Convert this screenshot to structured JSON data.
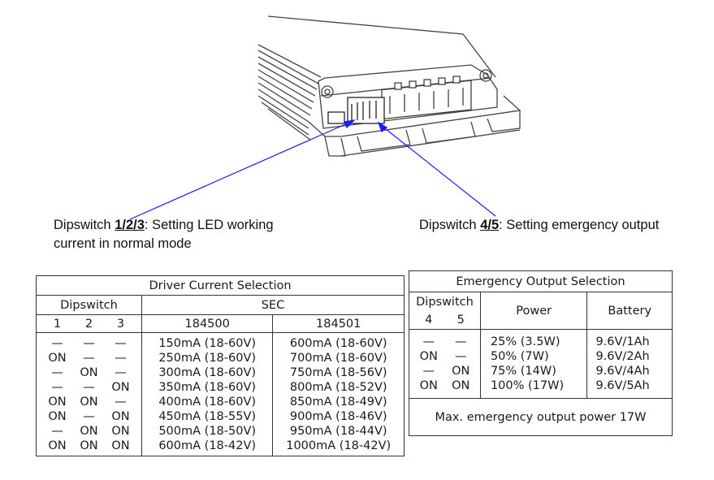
{
  "captions": {
    "left_prefix": "Dipswitch ",
    "left_switch": "1/2/3",
    "left_suffix": ": Setting LED working",
    "left_line2": "current in normal mode",
    "right_prefix": "Dipswitch ",
    "right_switch": "4/5",
    "right_suffix": ": Setting emergency output"
  },
  "driver_table": {
    "title": "Driver Current Selection",
    "dipswitch_header": "Dipswitch",
    "sec_header": "SEC",
    "switch_numbers": [
      "1",
      "2",
      "3"
    ],
    "model_a": "184500",
    "model_b": "184501",
    "rows": [
      {
        "s1": "—",
        "s2": "—",
        "s3": "—",
        "a": "150mA (18-60V)",
        "b": "600mA (18-60V)"
      },
      {
        "s1": "ON",
        "s2": "—",
        "s3": "—",
        "a": "250mA (18-60V)",
        "b": "700mA (18-60V)"
      },
      {
        "s1": "—",
        "s2": "ON",
        "s3": "—",
        "a": "300mA (18-60V)",
        "b": "750mA (18-56V)"
      },
      {
        "s1": "—",
        "s2": "—",
        "s3": "ON",
        "a": "350mA (18-60V)",
        "b": "800mA (18-52V)"
      },
      {
        "s1": "ON",
        "s2": "ON",
        "s3": "—",
        "a": "400mA (18-60V)",
        "b": "850mA (18-49V)"
      },
      {
        "s1": "ON",
        "s2": "—",
        "s3": "ON",
        "a": "450mA (18-55V)",
        "b": "900mA (18-46V)"
      },
      {
        "s1": "—",
        "s2": "ON",
        "s3": "ON",
        "a": "500mA (18-50V)",
        "b": "950mA (18-44V)"
      },
      {
        "s1": "ON",
        "s2": "ON",
        "s3": "ON",
        "a": "600mA (18-42V)",
        "b": "1000mA (18-42V)"
      }
    ]
  },
  "emergency_table": {
    "title": "Emergency Output Selection",
    "dipswitch_header": "Dipswitch",
    "power_header": "Power",
    "battery_header": "Battery",
    "switch_numbers": [
      "4",
      "5"
    ],
    "rows": [
      {
        "s4": "—",
        "s5": "—",
        "power": "25% (3.5W)",
        "battery": "9.6V/1Ah"
      },
      {
        "s4": "ON",
        "s5": "—",
        "power": "50% (7W)",
        "battery": "9.6V/2Ah"
      },
      {
        "s4": "—",
        "s5": "ON",
        "power": "75% (14W)",
        "battery": "9.6V/4Ah"
      },
      {
        "s4": "ON",
        "s5": "ON",
        "power": "100% (17W)",
        "battery": "9.6V/5Ah"
      }
    ],
    "footer": "Max. emergency output power 17W"
  },
  "colors": {
    "arrow": "#1a1aff",
    "line_art": "#444444",
    "text": "#1a1a1a"
  }
}
